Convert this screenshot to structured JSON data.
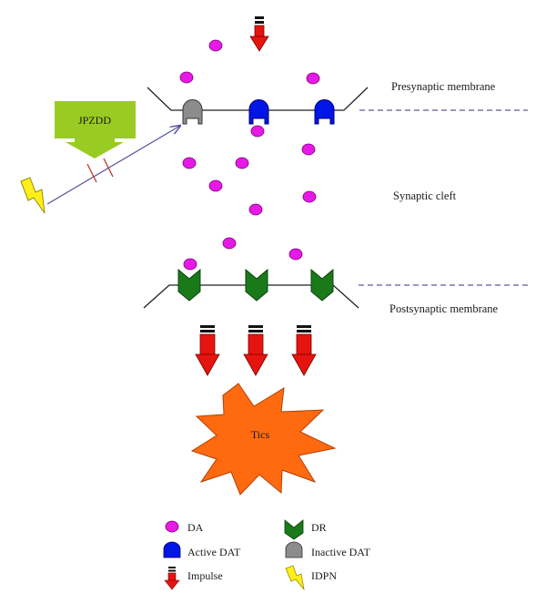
{
  "labels": {
    "presynaptic": "Presynaptic membrane",
    "cleft": "Synaptic cleft",
    "postsynaptic": "Postsynaptic membrane",
    "drug": "JPZDD",
    "outcome": "Tics"
  },
  "legend": {
    "da": "DA",
    "dr": "DR",
    "active_dat": "Active DAT",
    "inactive_dat": "Inactive DAT",
    "impulse": "Impulse",
    "idpn": "IDPN"
  },
  "icons": {
    "da": "magenta-ellipse",
    "dr": "green-chevron",
    "active_dat": "blue-arch",
    "inactive_dat": "gray-arch",
    "impulse": "red-down-arrow",
    "idpn": "yellow-lightning",
    "drug": "green-down-arrow-box",
    "outcome": "orange-starburst"
  },
  "colors": {
    "da": "#e619e6",
    "dr": "#1a7a1a",
    "active_dat": "#0015e6",
    "inactive_dat": "#8c8c8c",
    "impulse": "#e6140f",
    "idpn": "#ffef1a",
    "drug": "#99cc22",
    "outcome": "#ff6a10",
    "dashed_line": "#5a5aa0",
    "inhibition_arrow": "#5050a0",
    "block_marks": "#c0392b"
  }
}
